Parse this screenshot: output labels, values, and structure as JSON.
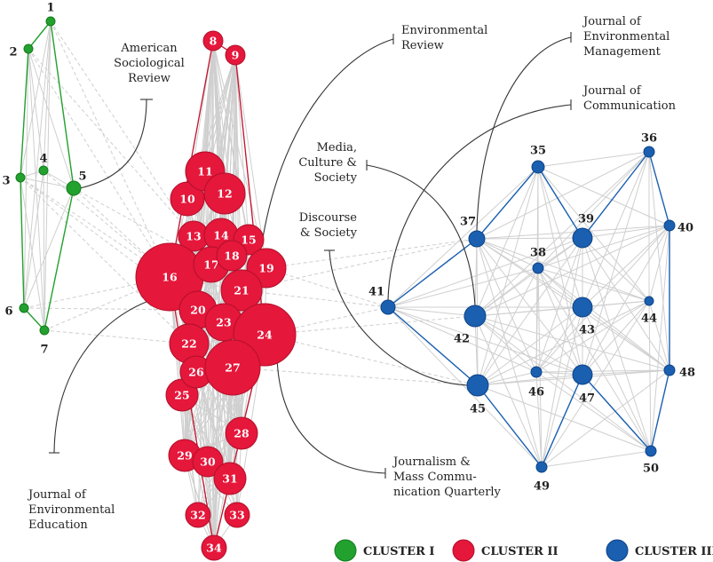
{
  "clusters": [
    {
      "id": "I",
      "label": "CLUSTER I",
      "color": "#22a12e",
      "stroke": "#157a1f"
    },
    {
      "id": "II",
      "label": "CLUSTER II",
      "color": "#e5173b",
      "stroke": "#b0102a"
    },
    {
      "id": "III",
      "label": "CLUSTER III",
      "color": "#1a5fb0",
      "stroke": "#0f4386"
    }
  ],
  "nodes": [
    {
      "id": "1",
      "cluster": "I"
    },
    {
      "id": "2",
      "cluster": "I"
    },
    {
      "id": "3",
      "cluster": "I"
    },
    {
      "id": "4",
      "cluster": "I"
    },
    {
      "id": "5",
      "cluster": "I"
    },
    {
      "id": "6",
      "cluster": "I"
    },
    {
      "id": "7",
      "cluster": "I"
    },
    {
      "id": "8",
      "cluster": "II"
    },
    {
      "id": "9",
      "cluster": "II"
    },
    {
      "id": "10",
      "cluster": "II"
    },
    {
      "id": "11",
      "cluster": "II"
    },
    {
      "id": "12",
      "cluster": "II"
    },
    {
      "id": "13",
      "cluster": "II"
    },
    {
      "id": "14",
      "cluster": "II"
    },
    {
      "id": "15",
      "cluster": "II"
    },
    {
      "id": "16",
      "cluster": "II"
    },
    {
      "id": "17",
      "cluster": "II"
    },
    {
      "id": "18",
      "cluster": "II"
    },
    {
      "id": "19",
      "cluster": "II"
    },
    {
      "id": "20",
      "cluster": "II"
    },
    {
      "id": "21",
      "cluster": "II"
    },
    {
      "id": "22",
      "cluster": "II"
    },
    {
      "id": "23",
      "cluster": "II"
    },
    {
      "id": "24",
      "cluster": "II"
    },
    {
      "id": "25",
      "cluster": "II"
    },
    {
      "id": "26",
      "cluster": "II"
    },
    {
      "id": "27",
      "cluster": "II"
    },
    {
      "id": "28",
      "cluster": "II"
    },
    {
      "id": "29",
      "cluster": "II"
    },
    {
      "id": "30",
      "cluster": "II"
    },
    {
      "id": "31",
      "cluster": "II"
    },
    {
      "id": "32",
      "cluster": "II"
    },
    {
      "id": "33",
      "cluster": "II"
    },
    {
      "id": "34",
      "cluster": "II"
    },
    {
      "id": "35",
      "cluster": "III"
    },
    {
      "id": "36",
      "cluster": "III"
    },
    {
      "id": "37",
      "cluster": "III"
    },
    {
      "id": "38",
      "cluster": "III"
    },
    {
      "id": "39",
      "cluster": "III"
    },
    {
      "id": "40",
      "cluster": "III"
    },
    {
      "id": "41",
      "cluster": "III"
    },
    {
      "id": "42",
      "cluster": "III"
    },
    {
      "id": "43",
      "cluster": "III"
    },
    {
      "id": "44",
      "cluster": "III"
    },
    {
      "id": "45",
      "cluster": "III"
    },
    {
      "id": "46",
      "cluster": "III"
    },
    {
      "id": "47",
      "cluster": "III"
    },
    {
      "id": "48",
      "cluster": "III"
    },
    {
      "id": "49",
      "cluster": "III"
    },
    {
      "id": "50",
      "cluster": "III"
    }
  ],
  "annotations": [
    {
      "id": "asr",
      "lines": [
        "American",
        "Sociological",
        "Review"
      ],
      "node": "5"
    },
    {
      "id": "er",
      "lines": [
        "Environmental",
        "Review"
      ],
      "node": "19"
    },
    {
      "id": "jem",
      "lines": [
        "Journal of",
        "Environmental",
        "Management"
      ],
      "node": "37"
    },
    {
      "id": "joc",
      "lines": [
        "Journal of",
        "Communication"
      ],
      "node": "41"
    },
    {
      "id": "mcs",
      "lines": [
        "Media,",
        "Culture &",
        "Society"
      ],
      "node": "42"
    },
    {
      "id": "ds",
      "lines": [
        "Discourse",
        "& Society"
      ],
      "node": "45"
    },
    {
      "id": "jmcq",
      "lines": [
        "Journalism &",
        "Mass Commu-",
        "nication Quarterly"
      ],
      "node": "24"
    },
    {
      "id": "jee",
      "lines": [
        "Journal of",
        "Environmental",
        "Education"
      ],
      "node": "16"
    }
  ]
}
